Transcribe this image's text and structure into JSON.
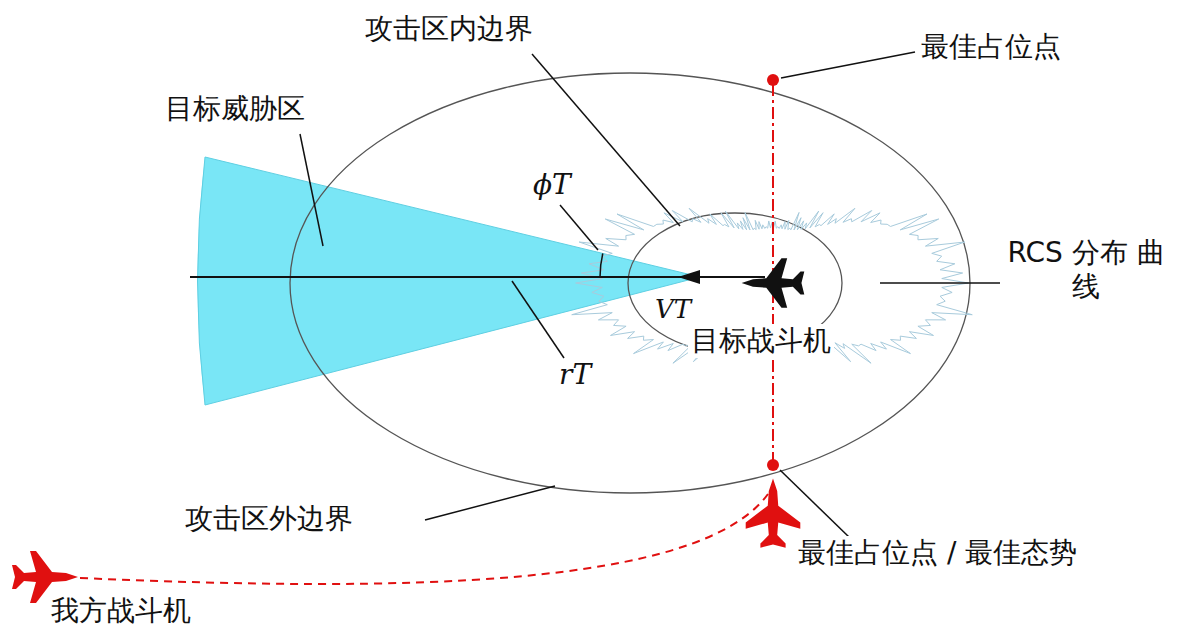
{
  "diagram": {
    "labels": [
      "攻击区内边界",
      "最佳占位点",
      "目标威胁区",
      "ϕT",
      "RCS 分布 曲线",
      "VT",
      "目标战斗机",
      "rT",
      "攻击区外边界",
      "最佳占位点 / 最佳态势",
      "我方战斗机"
    ]
  }
}
